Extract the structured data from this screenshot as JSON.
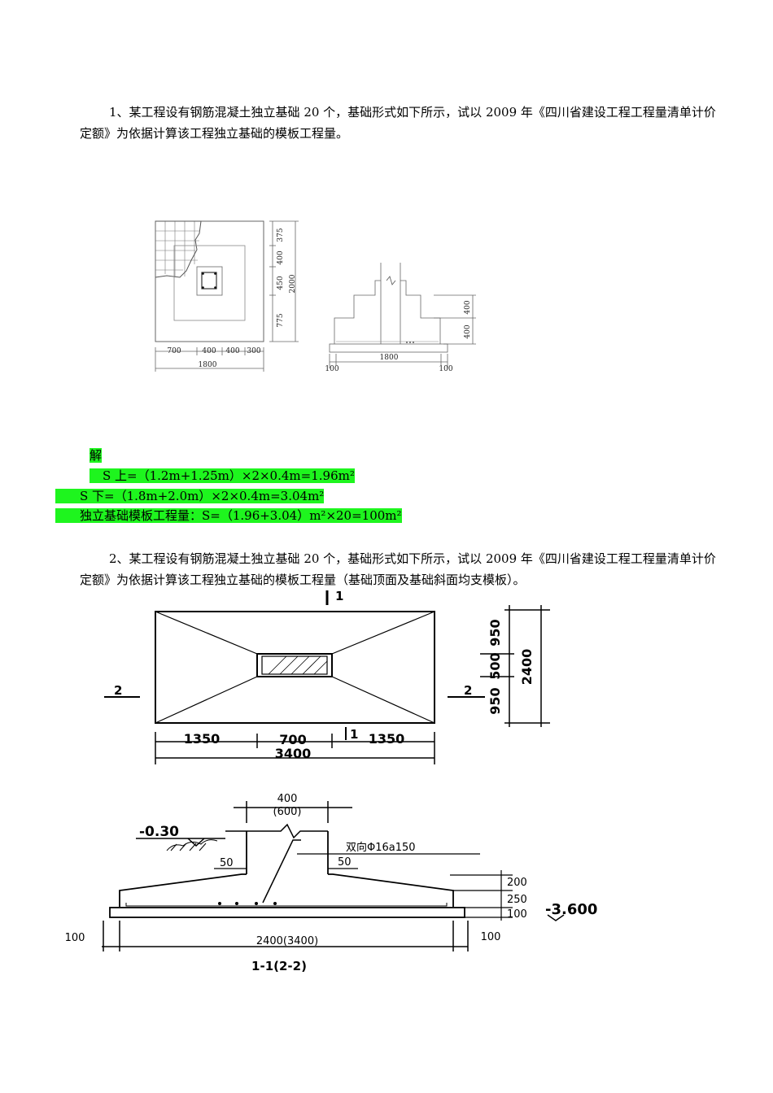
{
  "problem1": {
    "text": "1、某工程设有钢筋混凝土独立基础 20 个，基础形式如下所示，试以 2009 年《四川省建设工程工程量清单计价定额》为依据计算该工程独立基础的模板工程量。"
  },
  "figure1": {
    "plan_dims_right": [
      "375",
      "400",
      "450",
      "775"
    ],
    "plan_total_right": "2000",
    "plan_dims_bottom": [
      "700",
      "400",
      "400",
      "300"
    ],
    "plan_total_bottom": "1800",
    "section_dims_right": [
      "400",
      "400"
    ],
    "section_width": "1800",
    "section_side_left": "100",
    "section_side_right": "100"
  },
  "solution": {
    "label": "解",
    "line1": "S 上=（1.2m+1.25m）×2×0.4m=1.96m²",
    "line2": "S 下=（1.8m+2.0m）×2×0.4m=3.04m²",
    "line3": "独立基础模板工程量：S=（1.96+3.04）m²×20=100m²"
  },
  "problem2": {
    "text": "2、某工程设有钢筋混凝土独立基础 20 个，基础形式如下所示，试以 2009 年《四川省建设工程工程量清单计价定额》为依据计算该工程独立基础的模板工程量（基础顶面及基础斜面均支模板）。"
  },
  "figure2": {
    "cut_top": "1",
    "cut_bottom": "1",
    "cut_left": "2",
    "cut_right": "2",
    "dims_right": [
      "950",
      "500",
      "950"
    ],
    "total_right": "2400",
    "dims_bottom": [
      "1350",
      "700",
      "1350"
    ],
    "total_bottom": "3400"
  },
  "figure3": {
    "column_width": "400",
    "column_width_alt": "(600)",
    "ground_level": "-0.30",
    "rebar_note": "双向Φ16a150",
    "offset_left": "50",
    "offset_right": "50",
    "heights_right": [
      "200",
      "250",
      "100"
    ],
    "bottom_level": "-3.600",
    "base_width": "2400(3400)",
    "side_left": "100",
    "side_right": "100",
    "section_label": "1-1(2-2)"
  }
}
